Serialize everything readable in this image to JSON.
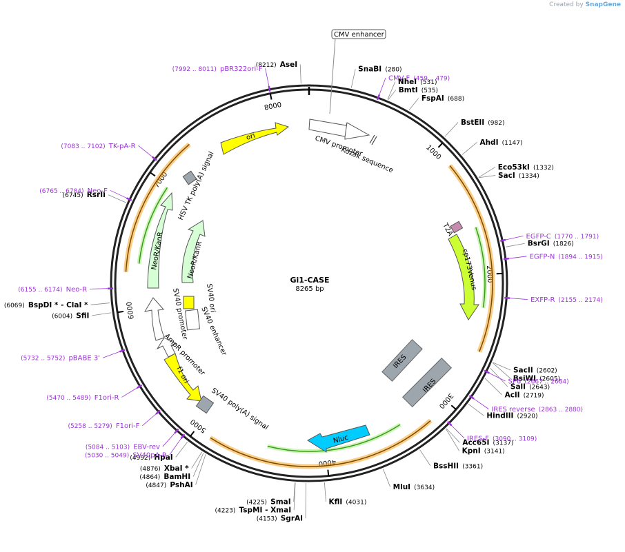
{
  "credit": {
    "prefix": "Created by",
    "brand": "SnapGene"
  },
  "plasmid": {
    "name": "Gi1-CASE",
    "size": "8265 bp",
    "length": 8265
  },
  "ticks": [
    {
      "pos": 1000,
      "label": "1000"
    },
    {
      "pos": 2000,
      "label": "2000"
    },
    {
      "pos": 3000,
      "label": "3000"
    },
    {
      "pos": 4000,
      "label": "4000"
    },
    {
      "pos": 5000,
      "label": "5000"
    },
    {
      "pos": 6000,
      "label": "6000"
    },
    {
      "pos": 7000,
      "label": "7000"
    },
    {
      "pos": 8000,
      "label": "8000"
    }
  ],
  "sites": [
    {
      "name": "AseI",
      "pos": "(8212)",
      "p": 8212
    },
    {
      "name": "SnaBI",
      "pos": "(280)",
      "p": 280
    },
    {
      "name": "NheI",
      "pos": "(531)",
      "p": 531
    },
    {
      "name": "BmtI",
      "pos": "(535)",
      "p": 535
    },
    {
      "name": "FspAI",
      "pos": "(688)",
      "p": 688
    },
    {
      "name": "BstEII",
      "pos": "(982)",
      "p": 982
    },
    {
      "name": "AhdI",
      "pos": "(1147)",
      "p": 1147
    },
    {
      "name": "Eco53kI",
      "pos": "(1332)",
      "p": 1332
    },
    {
      "name": "SacI",
      "pos": "(1334)",
      "p": 1334
    },
    {
      "name": "BsrGI",
      "pos": "(1826)",
      "p": 1826
    },
    {
      "name": "SacII",
      "pos": "(2602)",
      "p": 2602
    },
    {
      "name": "BsiWI",
      "pos": "(2605)",
      "p": 2605
    },
    {
      "name": "SalI",
      "pos": "(2643)",
      "p": 2643
    },
    {
      "name": "AclI",
      "pos": "(2719)",
      "p": 2719
    },
    {
      "name": "HindIII",
      "pos": "(2920)",
      "p": 2920
    },
    {
      "name": "Acc65I",
      "pos": "(3137)",
      "p": 3137
    },
    {
      "name": "KpnI",
      "pos": "(3141)",
      "p": 3141
    },
    {
      "name": "BssHII",
      "pos": "(3361)",
      "p": 3361
    },
    {
      "name": "MluI",
      "pos": "(3634)",
      "p": 3634
    },
    {
      "name": "KflI",
      "pos": "(4031)",
      "p": 4031
    },
    {
      "name": "SgrAI",
      "pos": "(4153)",
      "p": 4153
    },
    {
      "name": "SmaI",
      "pos": "(4225)",
      "p": 4225
    },
    {
      "name": "TspMI - XmaI",
      "pos": "(4223)",
      "p": 4223
    },
    {
      "name": "PshAI",
      "pos": "(4847)",
      "p": 4847
    },
    {
      "name": "BamHI",
      "pos": "(4864)",
      "p": 4864
    },
    {
      "name": "XbaI *",
      "pos": "(4876)",
      "p": 4876
    },
    {
      "name": "HpaI",
      "pos": "(4992)",
      "p": 4992
    },
    {
      "name": "SfiI",
      "pos": "(6004)",
      "p": 6004
    },
    {
      "name": "BspDI * - ClaI *",
      "pos": "(6069)",
      "p": 6069
    },
    {
      "name": "RsrII",
      "pos": "(6745)",
      "p": 6745
    }
  ],
  "primers": [
    {
      "name": "pBR322ori-F",
      "range": "(7992 .. 8011)",
      "p": 8001
    },
    {
      "name": "CMV-F",
      "range": "(459 .. 479)",
      "p": 469
    },
    {
      "name": "EGFP-C",
      "range": "(1770 .. 1791)",
      "p": 1780
    },
    {
      "name": "EGFP-N",
      "range": "(1894 .. 1915)",
      "p": 1904
    },
    {
      "name": "EXFP-R",
      "range": "(2155 .. 2174)",
      "p": 2164
    },
    {
      "name": "SP6",
      "range": "(2667 .. 2684)",
      "p": 2675
    },
    {
      "name": "IRES reverse",
      "range": "(2863 .. 2880)",
      "p": 2871
    },
    {
      "name": "IRES-F",
      "range": "(3090 .. 3109)",
      "p": 3099
    },
    {
      "name": "EBV-rev",
      "range": "(5084 .. 5103)",
      "p": 5093
    },
    {
      "name": "SV40pA-R",
      "range": "(5030 .. 5049)",
      "p": 5039
    },
    {
      "name": "F1ori-F",
      "range": "(5258 .. 5279)",
      "p": 5268
    },
    {
      "name": "F1ori-R",
      "range": "(5470 .. 5489)",
      "p": 5479
    },
    {
      "name": "pBABE 3'",
      "range": "(5732 .. 5752)",
      "p": 5742
    },
    {
      "name": "Neo-R",
      "range": "(6155 .. 6174)",
      "p": 6164
    },
    {
      "name": "Neo-F",
      "range": "(6765 .. 6784)",
      "p": 6774
    },
    {
      "name": "TK-pA-R",
      "range": "(7083 .. 7102)",
      "p": 7092
    }
  ],
  "features": {
    "cmv_enhancer": "CMV enhancer",
    "cmv_promoter": "CMV promoter",
    "kozak": "Kozak sequence",
    "t2a": "T2A",
    "cp173venus": "cp173Venus",
    "ires1": "IRES",
    "ires2": "IRES",
    "nluc": "Nluc",
    "sv40_polya": "SV40 poly(A) signal",
    "f1_ori": "f1 ori",
    "ampr_promoter": "AmpR promoter",
    "sv40_promoter": "SV40 promoter",
    "sv40_ori": "SV40 ori",
    "sv40_enhancer": "SV40 enhancer",
    "neor_inner": "NeoR/KanR",
    "neor_outer": "NeoR/KanR",
    "hsv_tk": "HSV TK poly(A) signal",
    "ori": "ori"
  },
  "colors": {
    "ori": "#ffff00",
    "neor": "#d6ffd6",
    "cp173venus": "#ccff33",
    "nluc": "#00ccff",
    "ires": "#9ea6ad",
    "t2a": "#c78bb0",
    "primer": "#9b30d9",
    "orf_highlight": "#f5a623",
    "orf_line": "#7a4a00",
    "orf_green": "#3a9a1a",
    "backbone": "#222222"
  }
}
